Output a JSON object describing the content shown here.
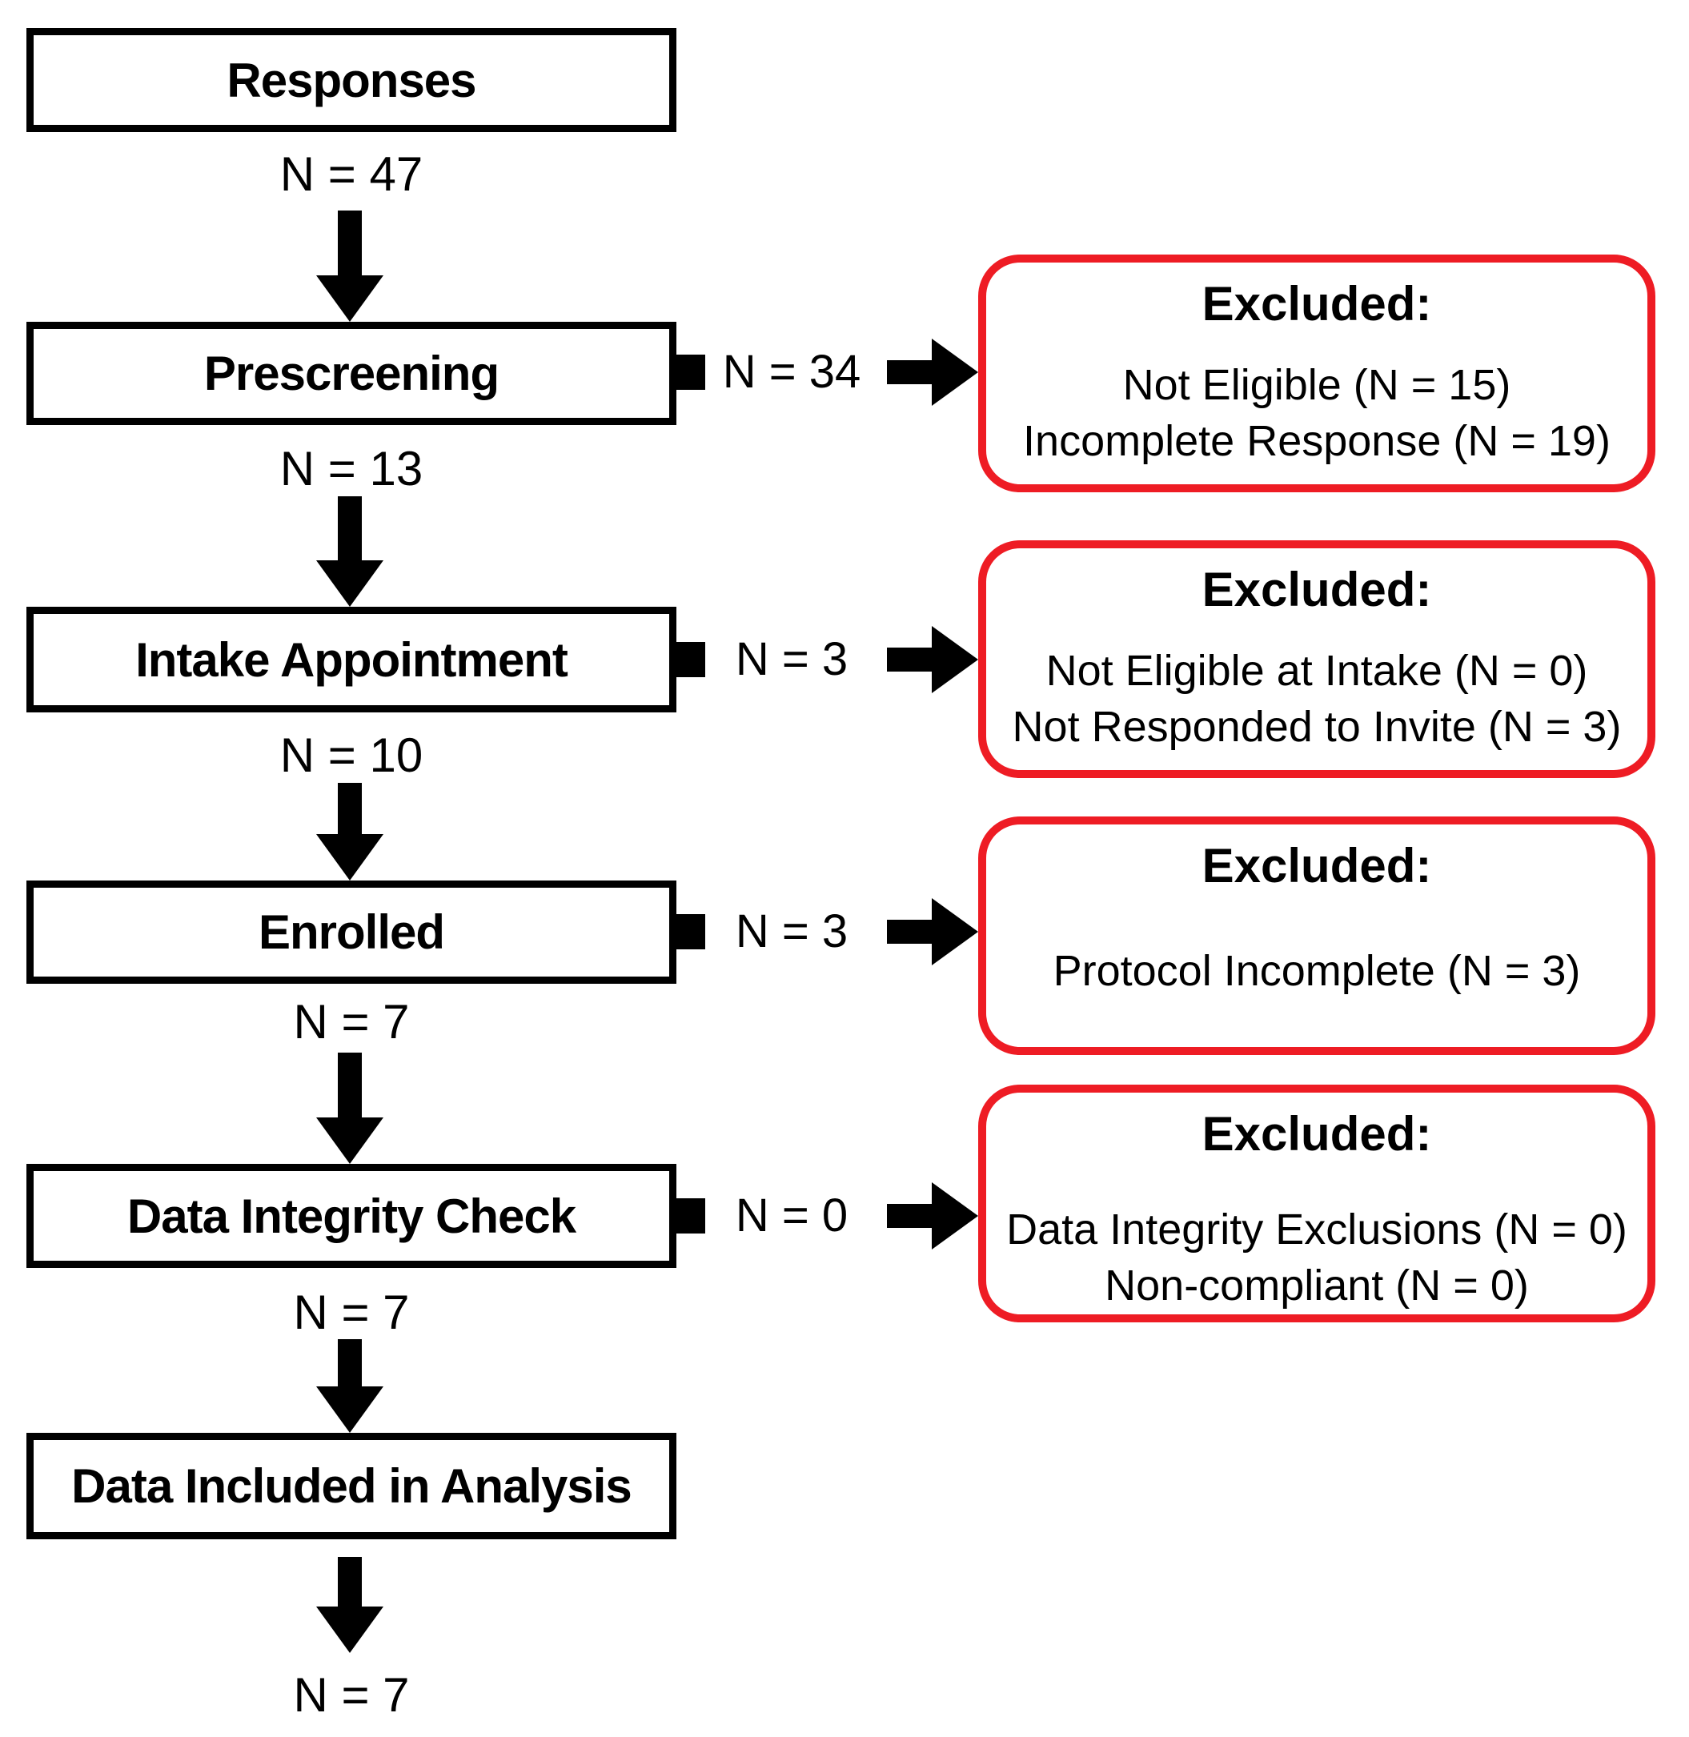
{
  "diagram": {
    "colors": {
      "line": "#000000",
      "exclusion_border": "#ee1c24",
      "background": "#ffffff"
    },
    "stages": [
      {
        "label": "Responses",
        "n": "N = 47"
      },
      {
        "label": "Prescreening",
        "n": "N = 13"
      },
      {
        "label": "Intake Appointment",
        "n": "N = 10"
      },
      {
        "label": "Enrolled",
        "n": "N = 7"
      },
      {
        "label": "Data Integrity Check",
        "n": "N = 7"
      },
      {
        "label": "Data Included in Analysis",
        "n": "N = 7"
      }
    ],
    "exclusions": [
      {
        "flow_n": "N = 34",
        "title": "Excluded:",
        "lines": [
          "Not Eligible (N = 15)",
          "Incomplete Response (N = 19)"
        ]
      },
      {
        "flow_n": "N = 3",
        "title": "Excluded:",
        "lines": [
          "Not Eligible at Intake (N = 0)",
          "Not Responded to Invite (N = 3)"
        ]
      },
      {
        "flow_n": "N = 3",
        "title": "Excluded:",
        "lines": [
          "Protocol Incomplete (N = 3)"
        ]
      },
      {
        "flow_n": "N = 0",
        "title": "Excluded:",
        "lines": [
          "Data Integrity Exclusions (N = 0)",
          "Non-compliant (N = 0)"
        ]
      }
    ]
  }
}
